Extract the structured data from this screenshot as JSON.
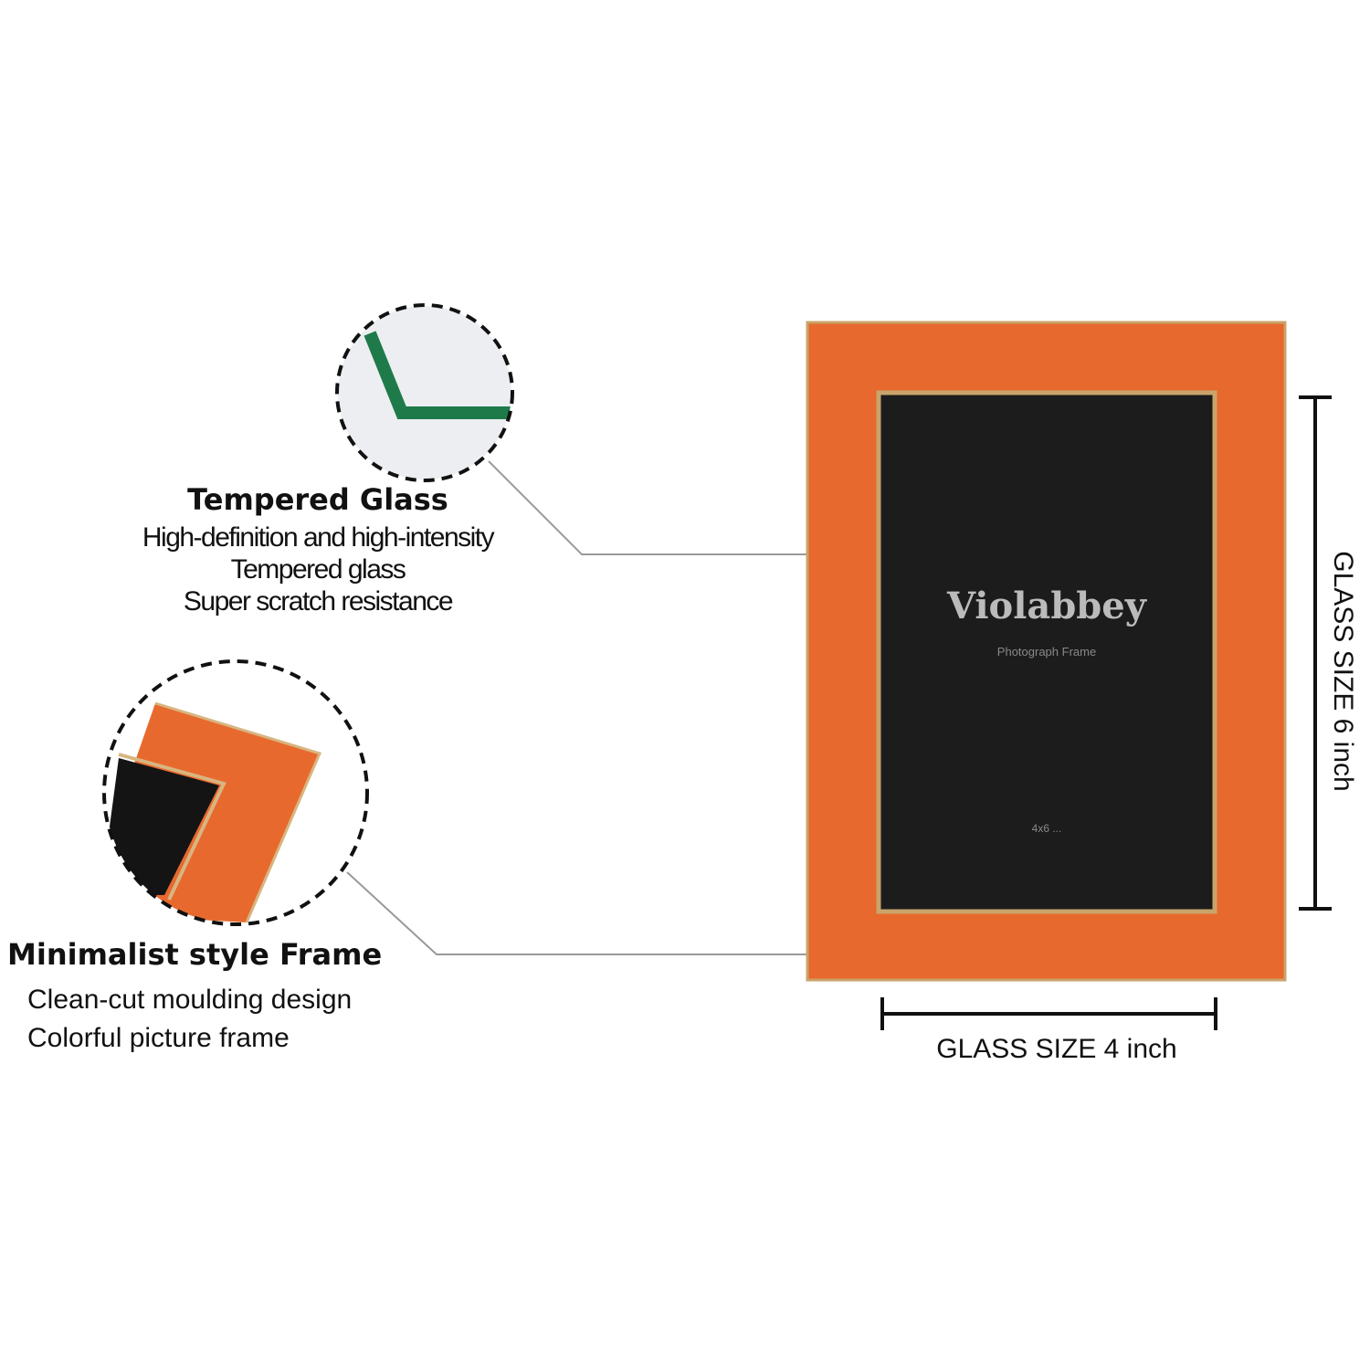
{
  "features": [
    {
      "title": "Tempered Glass",
      "lines": [
        "High-definition and high-intensity",
        "Tempered glass",
        "Super scratch resistance"
      ]
    },
    {
      "title": "Minimalist style Frame",
      "lines": [
        "Clean-cut moulding design",
        "Colorful picture frame"
      ]
    }
  ],
  "frame": {
    "logo": "Violabbey",
    "subtitle": "Photograph Frame",
    "size_text": "4x6 ...",
    "color": "#e8692e",
    "inner_color": "#1c1c1c",
    "trim_color": "#c9a46a"
  },
  "dimensions": {
    "width_label": "GLASS SIZE 4 inch",
    "height_label": "GLASS SIZE 6 inch"
  }
}
